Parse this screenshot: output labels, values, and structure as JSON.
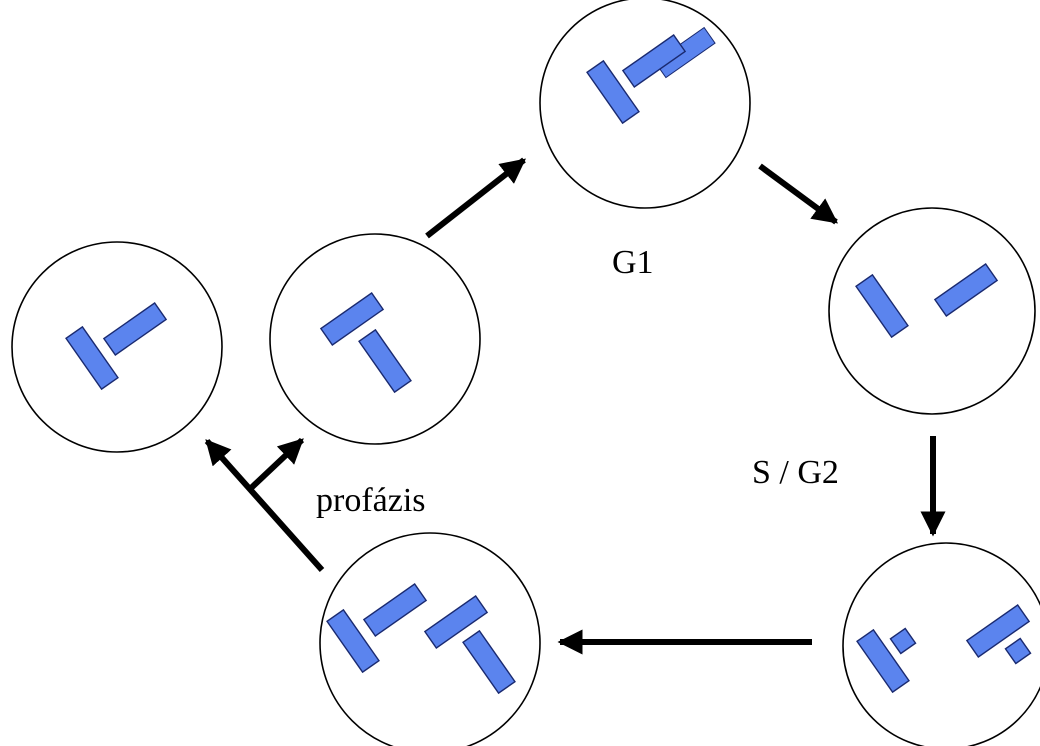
{
  "labels": {
    "g1": "G1",
    "s_g2": "S / G2",
    "profazis": "profázis"
  },
  "colors": {
    "block_fill": "#5b84ee",
    "block_stroke": "#1a2a70",
    "cell_stroke": "#000000",
    "arrow": "#000000"
  }
}
